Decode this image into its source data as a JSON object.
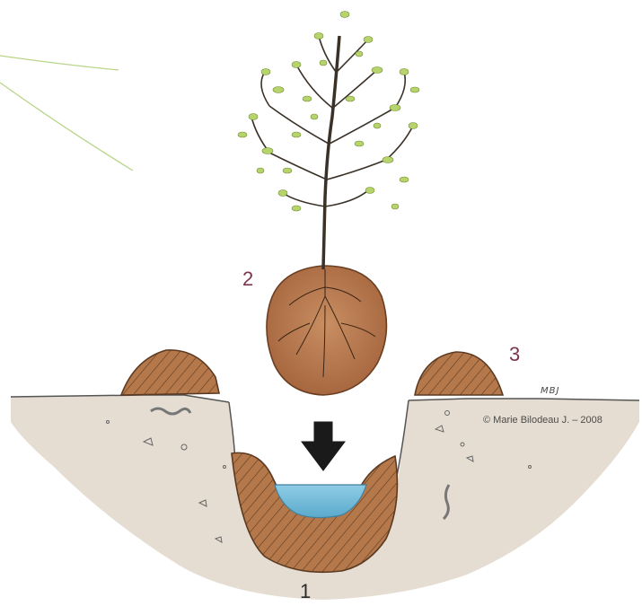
{
  "labels": {
    "step_1": "1",
    "step_2": "2",
    "step_3": "3"
  },
  "credit": "© Marie Bilodeau J. – 2008",
  "signature": "MBJ",
  "colors": {
    "soil": "#e6ddd2",
    "clay": "#b4784a",
    "water": "#78bedb",
    "leaves": "#b7d36b",
    "trunk": "#3a3128",
    "label": "#7a3550",
    "sun_rays": "#b8d58a"
  }
}
